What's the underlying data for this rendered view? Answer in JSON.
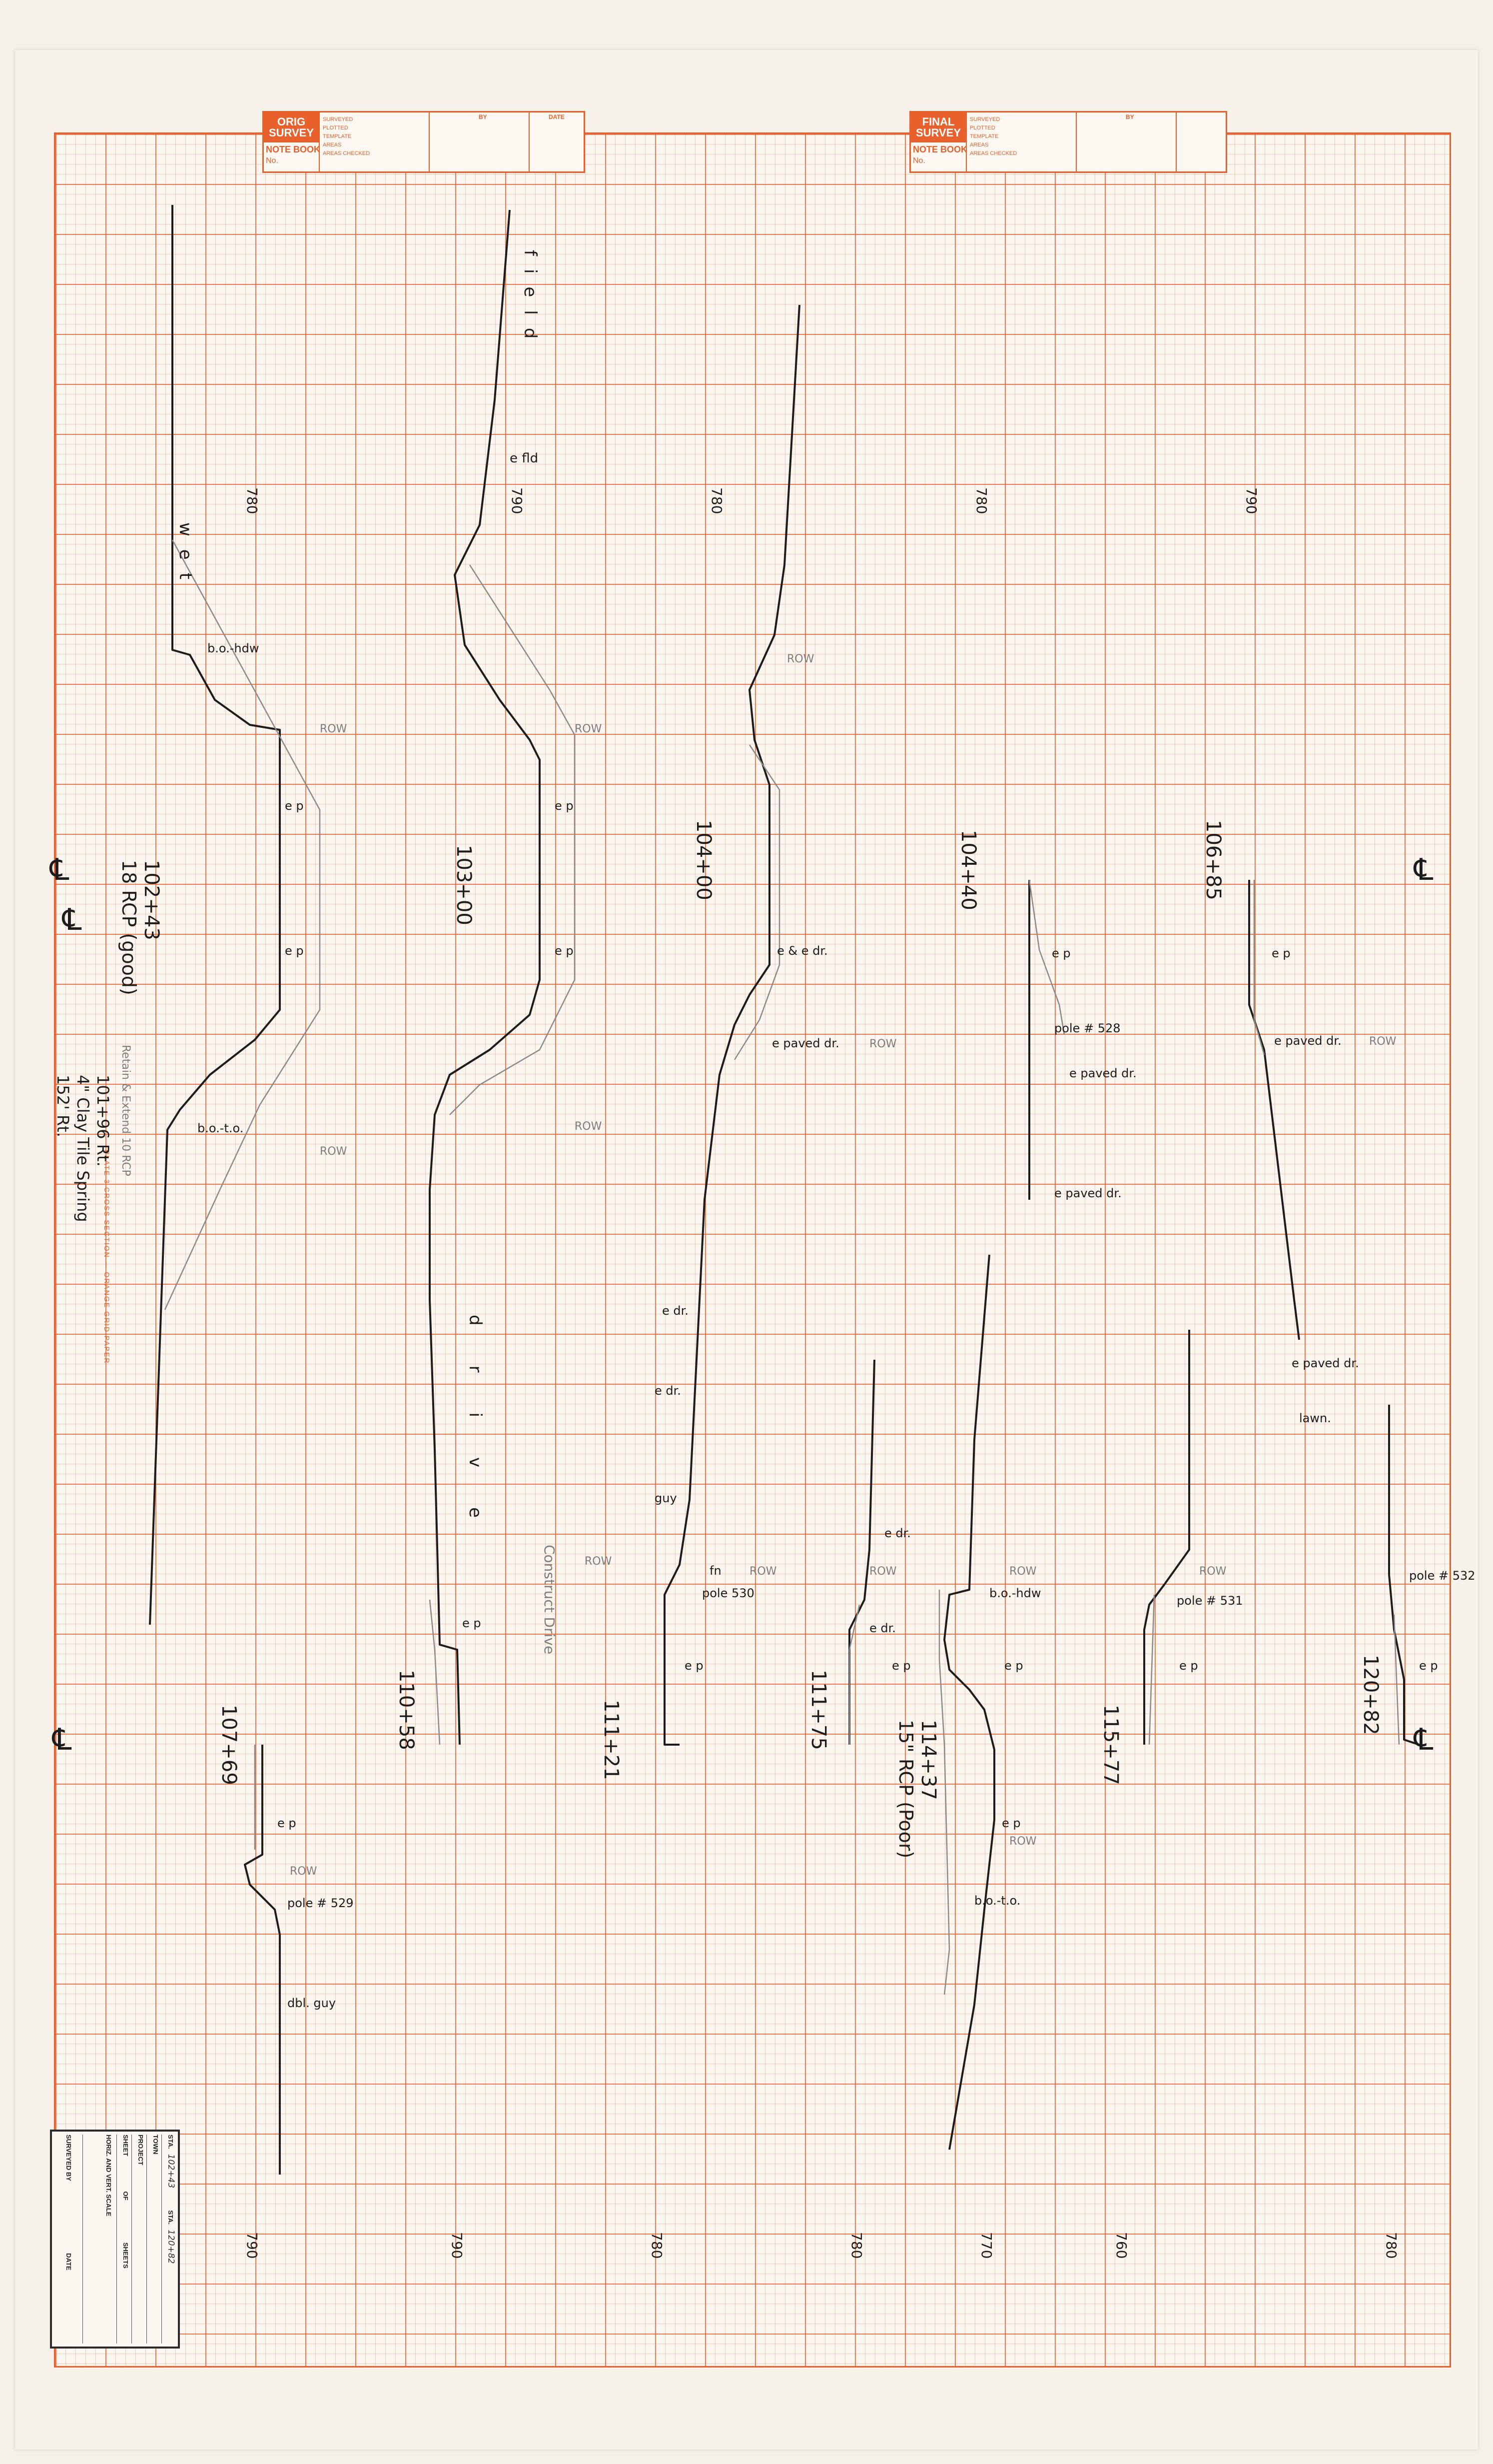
{
  "header_left": {
    "tag": "ORIG SURVEY",
    "notebook_label": "NOTE BOOK",
    "no_label": "No.",
    "fields": [
      "SURVEYED",
      "PLOTTED",
      "TEMPLATE",
      "AREAS",
      "AREAS CHECKED"
    ],
    "col_by": "BY",
    "col_date": "DATE"
  },
  "header_right": {
    "tag": "FINAL SURVEY",
    "notebook_label": "NOTE BOOK",
    "no_label": "No.",
    "fields": [
      "SURVEYED",
      "PLOTTED",
      "TEMPLATE",
      "AREAS",
      "AREAS CHECKED"
    ],
    "col_by": "BY"
  },
  "paper_note": "PLATE 3 CROSS SECTION — ORANGE GRID PAPER",
  "elevations_top": [
    "780",
    "790",
    "780",
    "780",
    "790"
  ],
  "elevations_bottom": [
    "790",
    "790",
    "780",
    "780",
    "770",
    "760",
    "780"
  ],
  "column1": {
    "word": "wet",
    "bo_hdw": "b.o.-hdw",
    "row": "ROW",
    "ep_1": "e p",
    "ep_2": "e p",
    "bo_to": "b.o.-t.o.",
    "station": "102+43",
    "pipe": "18 RCP (good)",
    "note": "Retain & Extend 10 RCP",
    "detail_1": "101+96 Rt.",
    "detail_2": "4\" Clay Tile Spring",
    "detail_3": "152' Rt.",
    "cl": "℄"
  },
  "column2": {
    "word_1": "field",
    "e_fld": "e fld",
    "station": "103+00",
    "ep_1": "e p",
    "ep_2": "e p",
    "row": "ROW",
    "drive": "drive",
    "ep_3": "e p",
    "station_b": "110+58"
  },
  "column3": {
    "station": "104+00",
    "ep_edr": "e & e dr.",
    "e_paved": "e paved dr.",
    "row": "ROW",
    "edr_1": "e dr.",
    "edr_2": "e dr.",
    "guy": "guy",
    "fn": "fn",
    "pole": "pole 530",
    "ep": "e p",
    "station_b": "111+21",
    "note": "Construct Drive"
  },
  "column4": {
    "station": "104+40",
    "ep": "e p",
    "pole": "pole # 528",
    "e_paved_1": "e paved dr.",
    "e_paved_2": "e paved dr.",
    "station_b": "111+75",
    "edr": "e dr.",
    "ep_b": "e p",
    "station_c": "114+37",
    "pipe": "15\" RCP (Poor)",
    "bo_hdw": "b.o.-hdw",
    "bo_to": "b.o.-t.o.",
    "ep_c": "e p",
    "row": "ROW"
  },
  "column5": {
    "station": "106+85",
    "ep": "e p",
    "e_paved": "e paved dr.",
    "e_paved_2": "e paved dr.",
    "lawn": "lawn.",
    "pole": "pole # 531",
    "ep_b": "e p",
    "station_b": "115+77",
    "row": "ROW"
  },
  "column6": {
    "pole": "pole # 532",
    "ep": "e p",
    "station": "120+82"
  },
  "column_bottom_left": {
    "station": "107+69",
    "ep": "e p",
    "row": "ROW",
    "pole": "pole # 529",
    "dbl_guy": "dbl. guy"
  },
  "title_block": {
    "sta_from_label": "STA.",
    "sta_from": "102+43",
    "sta_to_label": "STA.",
    "sta_to": "120+82",
    "town_label": "TOWN",
    "town": "",
    "project_label": "PROJECT",
    "project": "",
    "sheet_label": "SHEET",
    "sheet": "",
    "of_label": "OF",
    "sheets_label": "SHEETS",
    "scale_label": "HORIZ. AND VERT. SCALE",
    "surveyed_label": "SURVEYED BY",
    "date_label": "DATE"
  },
  "colors": {
    "grid": "#e8602c",
    "ink": "#1c1c1c",
    "pencil": "#7d7d7d"
  }
}
